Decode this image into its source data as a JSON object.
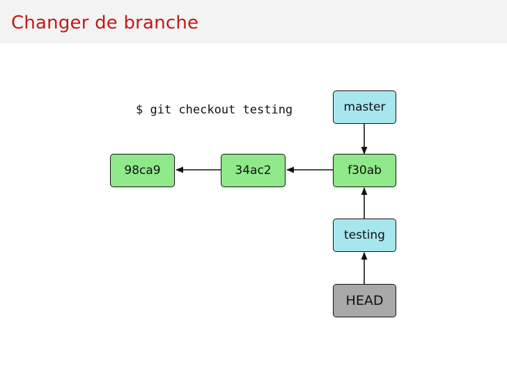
{
  "slide": {
    "title": "Changer de branche",
    "command": "$ git checkout testing"
  },
  "commits": [
    {
      "id": "98ca9"
    },
    {
      "id": "34ac2"
    },
    {
      "id": "f30ab"
    }
  ],
  "branches": {
    "master": "master",
    "testing": "testing"
  },
  "head": "HEAD",
  "colors": {
    "title": "#c0191b",
    "commit": "#8fe98a",
    "branch": "#a8e6ee",
    "head": "#a8a8a8"
  }
}
